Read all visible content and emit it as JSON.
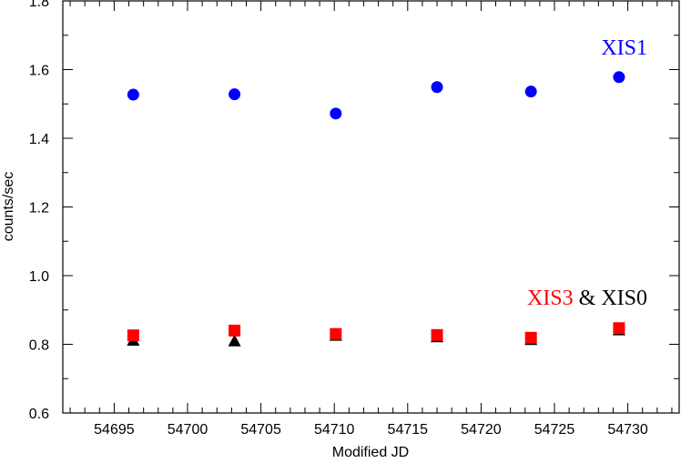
{
  "chart_data": {
    "type": "scatter",
    "title": "",
    "xlabel": "Modified JD",
    "ylabel": "counts/sec",
    "xlim": [
      54691.5,
      54733.5
    ],
    "ylim": [
      0.6,
      1.8
    ],
    "x_ticks": [
      "54695",
      "54700",
      "54705",
      "54710",
      "54715",
      "54720",
      "54725",
      "54730"
    ],
    "y_ticks": [
      "0.6",
      "0.8",
      "1.0",
      "1.2",
      "1.4",
      "1.6",
      "1.8"
    ],
    "grid": false,
    "series": [
      {
        "name": "XIS1",
        "marker": "circle",
        "color": "#0000ff",
        "x": [
          54696.3,
          54703.2,
          54710.1,
          54717.0,
          54723.4,
          54729.4
        ],
        "y": [
          1.527,
          1.528,
          1.472,
          1.549,
          1.536,
          1.578
        ]
      },
      {
        "name": "XIS3",
        "marker": "square",
        "color": "#ff0000",
        "x": [
          54696.3,
          54703.2,
          54710.1,
          54717.0,
          54723.4,
          54729.4
        ],
        "y": [
          0.826,
          0.84,
          0.83,
          0.827,
          0.819,
          0.847
        ]
      },
      {
        "name": "XIS0",
        "marker": "triangle",
        "color": "#000000",
        "x": [
          54696.3,
          54703.2,
          54710.1,
          54717.0,
          54723.4,
          54729.4
        ],
        "y": [
          0.812,
          0.81,
          0.826,
          0.822,
          0.814,
          0.842
        ]
      }
    ],
    "annotations": {
      "xis1_label": "XIS1",
      "xis3_label": "XIS3",
      "amp": "&",
      "xis0_label": "XIS0"
    }
  }
}
